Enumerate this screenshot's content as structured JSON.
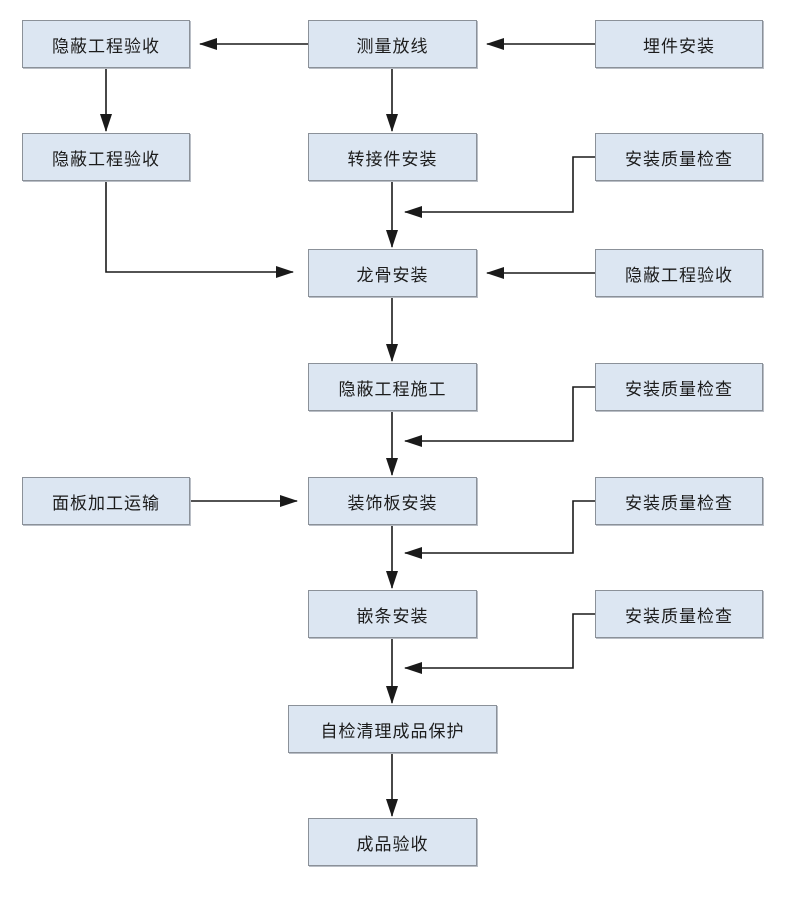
{
  "diagram": {
    "title": "decoration-panel-installation-process-flowchart",
    "colors": {
      "background": "#ffffff",
      "box_fill": "#dce6f2",
      "box_border": "#8b9199",
      "line_color": "#1a1a1a",
      "text_color": "#1c1c1c"
    },
    "nodes": [
      {
        "id": "concealed-work-acceptance-1",
        "label": "隐蔽工程验收"
      },
      {
        "id": "survey-setting-out",
        "label": "测量放线"
      },
      {
        "id": "embedded-parts-installation",
        "label": "埋件安装"
      },
      {
        "id": "concealed-work-acceptance-2",
        "label": "隐蔽工程验收"
      },
      {
        "id": "adapter-installation",
        "label": "转接件安装"
      },
      {
        "id": "installation-quality-check-1",
        "label": "安装质量检查"
      },
      {
        "id": "keel-installation",
        "label": "龙骨安装"
      },
      {
        "id": "concealed-work-acceptance-3",
        "label": "隐蔽工程验收"
      },
      {
        "id": "concealed-work-construction",
        "label": "隐蔽工程施工"
      },
      {
        "id": "installation-quality-check-2",
        "label": "安装质量检查"
      },
      {
        "id": "panel-processing-transport",
        "label": "面板加工运输"
      },
      {
        "id": "decorative-panel-installation",
        "label": "装饰板安装"
      },
      {
        "id": "installation-quality-check-3",
        "label": "安装质量检查"
      },
      {
        "id": "trim-strip-installation",
        "label": "嵌条安装"
      },
      {
        "id": "installation-quality-check-4",
        "label": "安装质量检查"
      },
      {
        "id": "self-check-cleanup-product-protection",
        "label": "自检清理成品保护"
      },
      {
        "id": "finished-product-acceptance",
        "label": "成品验收"
      }
    ],
    "edges": [
      "埋件安装 → 测量放线",
      "测量放线 → 隐蔽工程验收(左上)",
      "隐蔽工程验收(左上) → 隐蔽工程验收(左二)",
      "测量放线 → 转接件安装",
      "转接件安装 → 龙骨安装",
      "安装质量检查(1) → 转接件安装→龙骨安装连线",
      "隐蔽工程验收(左二) → 龙骨安装",
      "隐蔽工程验收(右) → 龙骨安装",
      "龙骨安装 → 隐蔽工程施工",
      "安装质量检查(2) → 隐蔽工程施工→装饰板安装连线",
      "面板加工运输 → 装饰板安装",
      "隐蔽工程施工 → 装饰板安装",
      "装饰板安装 → 嵌条安装",
      "安装质量检查(3) → 装饰板安装→嵌条安装连线",
      "嵌条安装 → 自检清理成品保护",
      "安装质量检查(4) → 嵌条安装→自检清理成品保护连线",
      "自检清理成品保护 → 成品验收"
    ]
  }
}
